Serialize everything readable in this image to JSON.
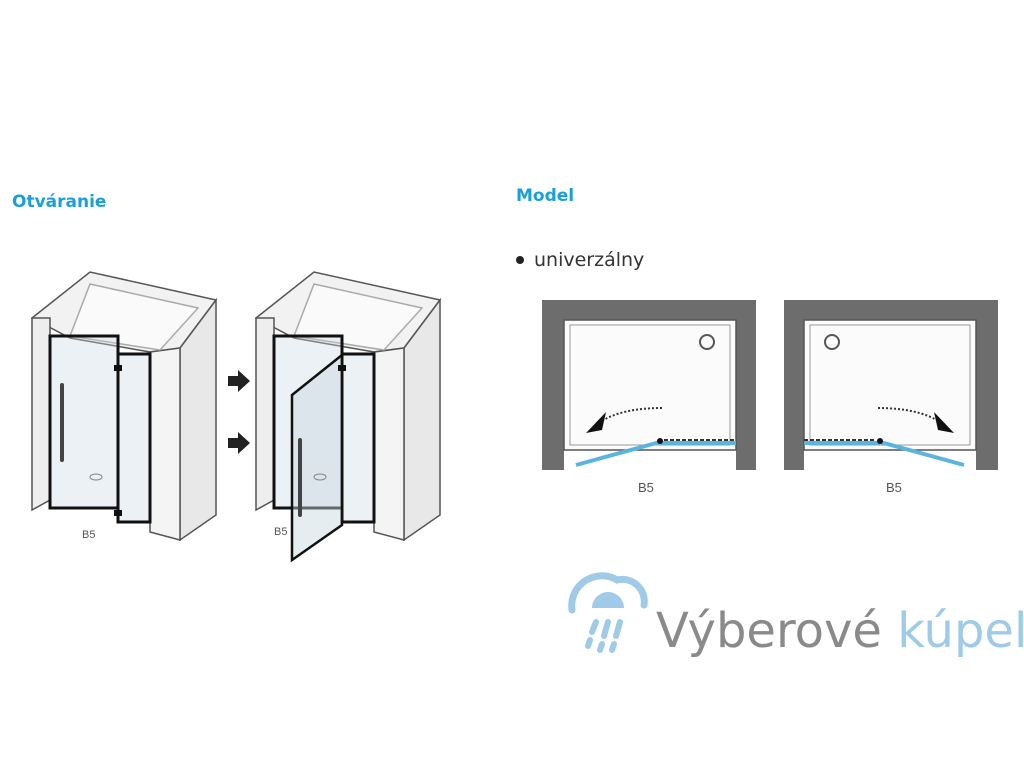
{
  "sections": {
    "opening_title": "Otváranie",
    "model_title": "Model"
  },
  "model": {
    "bullet": "univerzálny"
  },
  "diagrams": {
    "iso_closed_label": "B5",
    "iso_open_label": "B5",
    "plan_left_label": "B5",
    "plan_right_label": "B5"
  },
  "watermark": {
    "word1": "Výberové",
    "word2": "kúpeľ"
  },
  "colors": {
    "heading": "#1a9fd8",
    "glass_plan": "#5ab4de",
    "wall": "#6d6d6d",
    "watermark_grey": "#8a8a8a",
    "watermark_blue": "#9fcbe8"
  }
}
